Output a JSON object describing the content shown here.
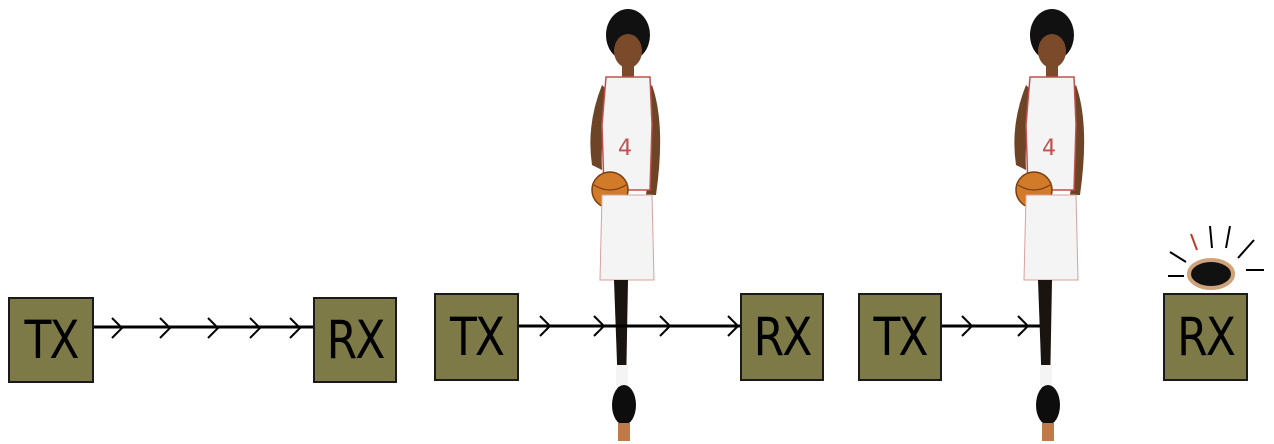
{
  "colors": {
    "box_fill": "#7d7a48",
    "beam": "#000000",
    "jersey": "#f4f4f4",
    "jersey_trim": "#c0504d",
    "skin": "#8a5a36",
    "ball": "#d07a2a",
    "alarm": "#cfa27a"
  },
  "scenes": [
    {
      "tx_label": "TX",
      "rx_label": "RX",
      "beam_state": "unbroken",
      "player": "none",
      "alarm": "off"
    },
    {
      "tx_label": "TX",
      "rx_label": "RX",
      "beam_state": "crossed",
      "player": "standing-on-beam",
      "alarm": "off"
    },
    {
      "tx_label": "TX",
      "rx_label": "RX",
      "beam_state": "interrupted",
      "player": "blocking-beam",
      "alarm": "on"
    }
  ],
  "icons": {
    "beam_arrow": "chevron-right-icon",
    "player": "basketball-player-icon",
    "alarm": "alarm-light-icon"
  }
}
